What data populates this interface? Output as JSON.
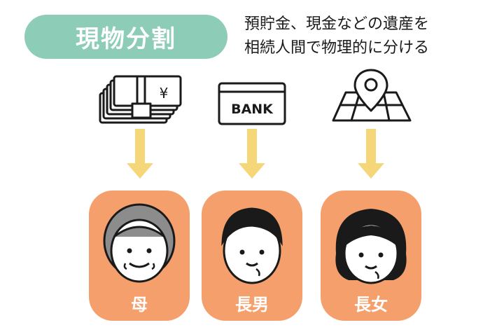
{
  "title": "現物分割",
  "description": {
    "line1": "預貯金、現金などの遺産を",
    "line2": "相続人間で物理的に分ける"
  },
  "assets": {
    "money_symbol": "¥",
    "bank_label": "BANK",
    "map_icon": "map-pin-icon"
  },
  "heirs": [
    {
      "label": "母"
    },
    {
      "label": "長男"
    },
    {
      "label": "長女"
    }
  ],
  "colors": {
    "title_pill": "#8dcdb8",
    "card": "#f5a06c",
    "arrow": "#f5d77a",
    "outline": "#1a1a1a",
    "mother_hair": "#8c8c8c"
  }
}
